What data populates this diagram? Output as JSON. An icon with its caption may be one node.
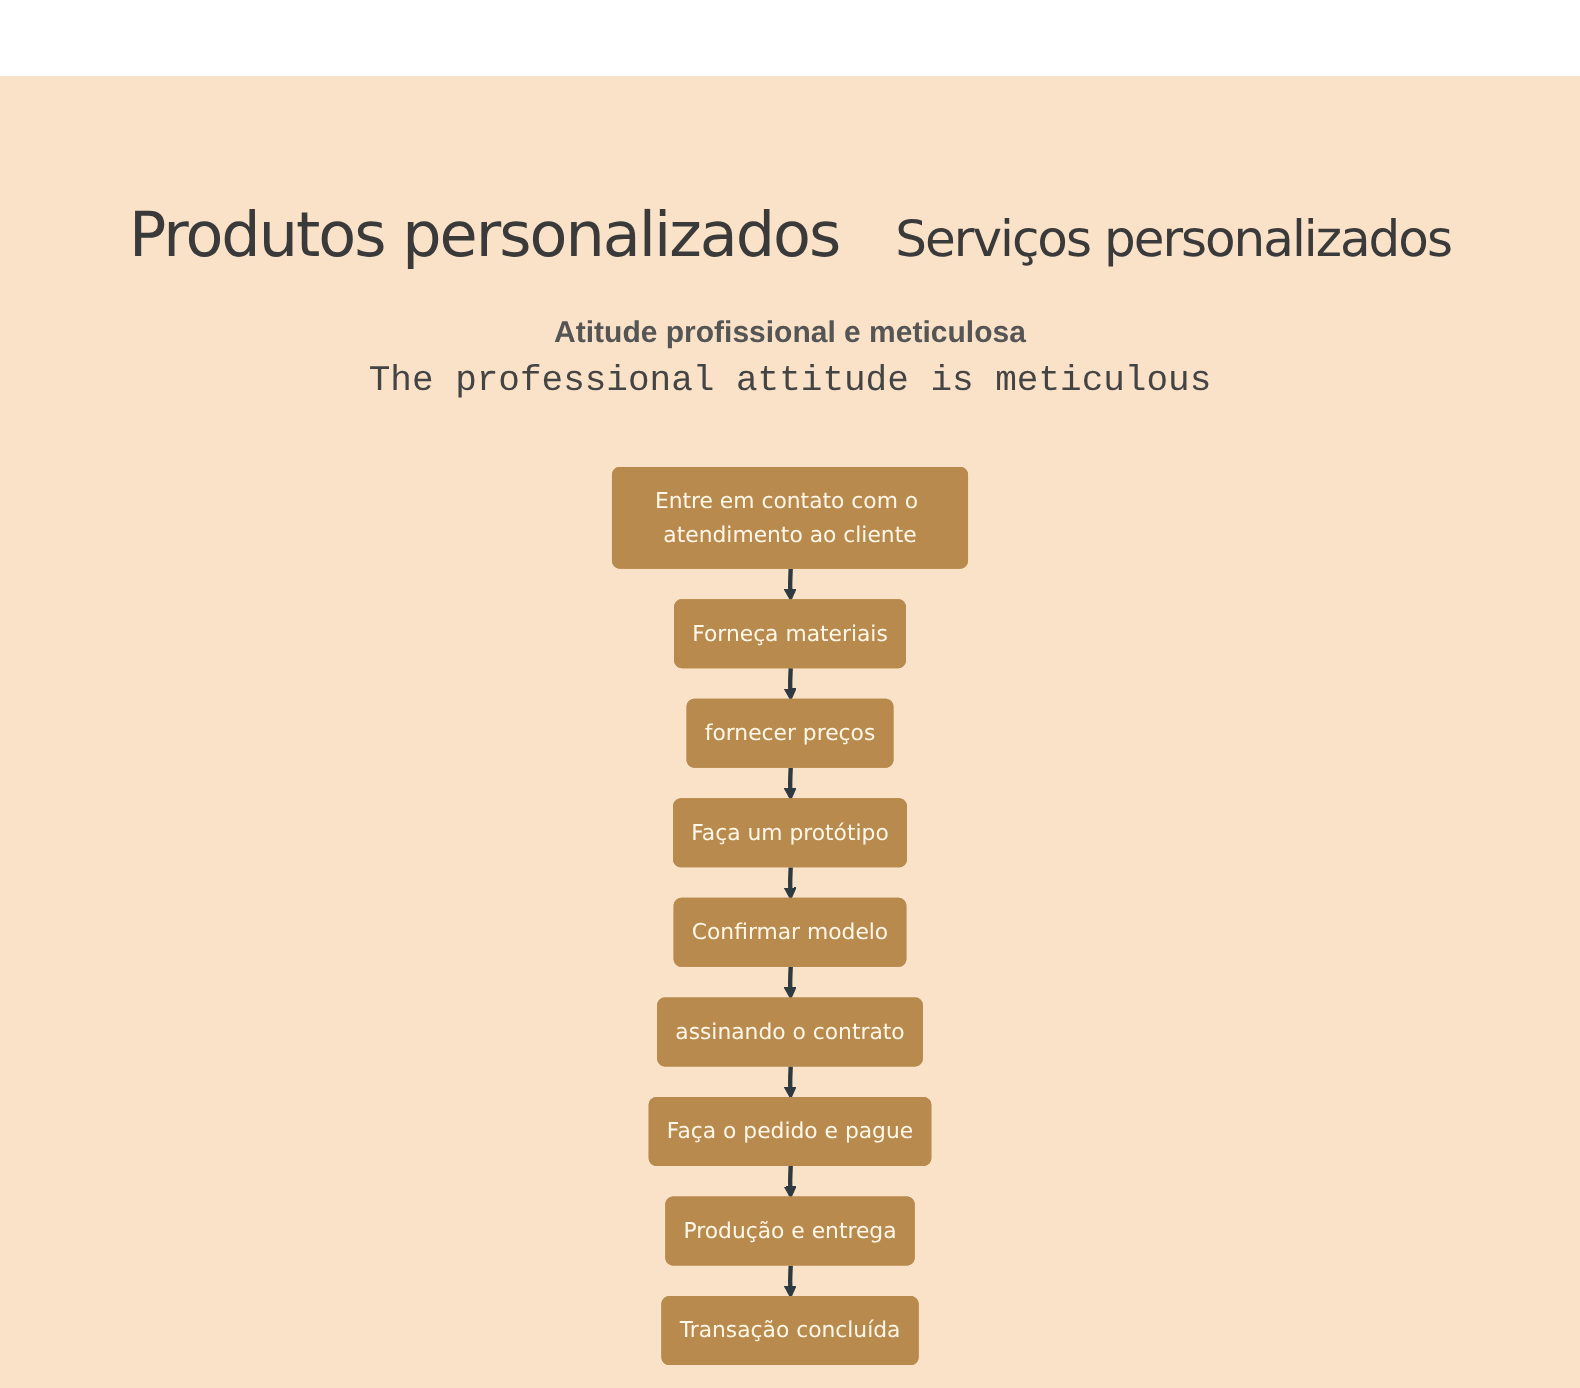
{
  "diagram": {
    "title": "Produtos personalizados",
    "nodes": [
      {
        "text": [
          "Entre em contato com o atendimento ao cliente"
        ]
      },
      {
        "text": [
          "Forneça materiais"
        ]
      },
      {
        "text": [
          "fornecer preços"
        ]
      },
      {
        "text": [
          "Faça um protótipo"
        ]
      },
      {
        "text": [
          "Confirmar modelo"
        ]
      },
      {
        "text": [
          "assinando o contrato"
        ]
      },
      {
        "text": [
          "Faça o pedido e pague"
        ]
      },
      {
        "text": [
          "Produção e entrega"
        ]
      },
      {
        "text": [
          "Transação concluída"
        ]
      }
    ],
    "edges": [
      {
        "from": 0,
        "to": 1,
        "arrow": "to"
      },
      {
        "from": 1,
        "to": 2,
        "arrow": "to"
      },
      {
        "from": 2,
        "to": 3,
        "arrow": "to"
      },
      {
        "from": 3,
        "to": 4,
        "arrow": "to"
      },
      {
        "from": 4,
        "to": 5,
        "arrow": "to"
      },
      {
        "from": 5,
        "to": 6,
        "arrow": "to"
      },
      {
        "from": 6,
        "to": 7,
        "arrow": "to"
      },
      {
        "from": 7,
        "to": 8,
        "arrow": "to"
      }
    ],
    "labels": [
      "Serviços personalizados",
      "Atitude profissional e meticulosa",
      "The professional attitude is meticulous"
    ]
  }
}
